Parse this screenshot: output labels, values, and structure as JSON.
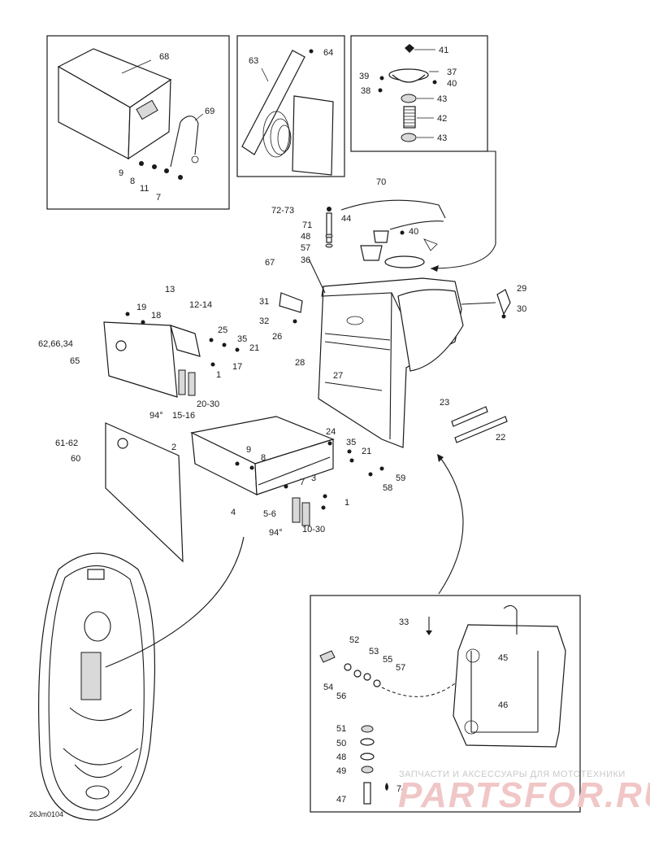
{
  "diagram_code": "26Jm0104",
  "watermark": {
    "tagline": "ЗАПЧАСТИ И АКСЕССУАРЫ ДЛЯ МОТОТЕХНИКИ",
    "brand": "PARTSFOR.RU"
  },
  "angle_label": "94°",
  "callouts": {
    "c68": "68",
    "c69": "69",
    "c9a": "9",
    "c8a": "8",
    "c11": "11",
    "c7a": "7",
    "c63": "63",
    "c64": "64",
    "c41": "41",
    "c37": "37",
    "c39": "39",
    "c40a": "40",
    "c38": "38",
    "c43a": "43",
    "c42": "42",
    "c43b": "43",
    "c70": "70",
    "c7273": "72-73",
    "c71": "71",
    "c48a": "48",
    "c57a": "57",
    "c36": "36",
    "c44": "44",
    "c40b": "40",
    "c67": "67",
    "c13": "13",
    "c19": "19",
    "c18": "18",
    "c1214": "12-14",
    "c626634": "62,66,34",
    "c65": "65",
    "c25": "25",
    "c35a": "35",
    "c21a": "21",
    "c17": "17",
    "c1a": "1",
    "c2030": "20-30",
    "c1516": "15-16",
    "c31": "31",
    "c32": "32",
    "c26": "26",
    "c28": "28",
    "c27": "27",
    "c29": "29",
    "c30": "30",
    "c23": "23",
    "c22": "22",
    "c6162": "61-62",
    "c60": "60",
    "c2": "2",
    "c9b": "9",
    "c8b": "8",
    "c24": "24",
    "c35b": "35",
    "c21b": "21",
    "c3": "3",
    "c7b": "7",
    "c4": "4",
    "c1b": "1",
    "c56": "5-6",
    "c1030": "10-30",
    "c59": "59",
    "c58": "58",
    "c33": "33",
    "c52": "52",
    "c53": "53",
    "c55": "55",
    "c57b": "57",
    "c54": "54",
    "c56b": "56",
    "c45": "45",
    "c46": "46",
    "c51": "51",
    "c50": "50",
    "c48b": "48",
    "c49": "49",
    "c74": "74",
    "c47": "47"
  }
}
